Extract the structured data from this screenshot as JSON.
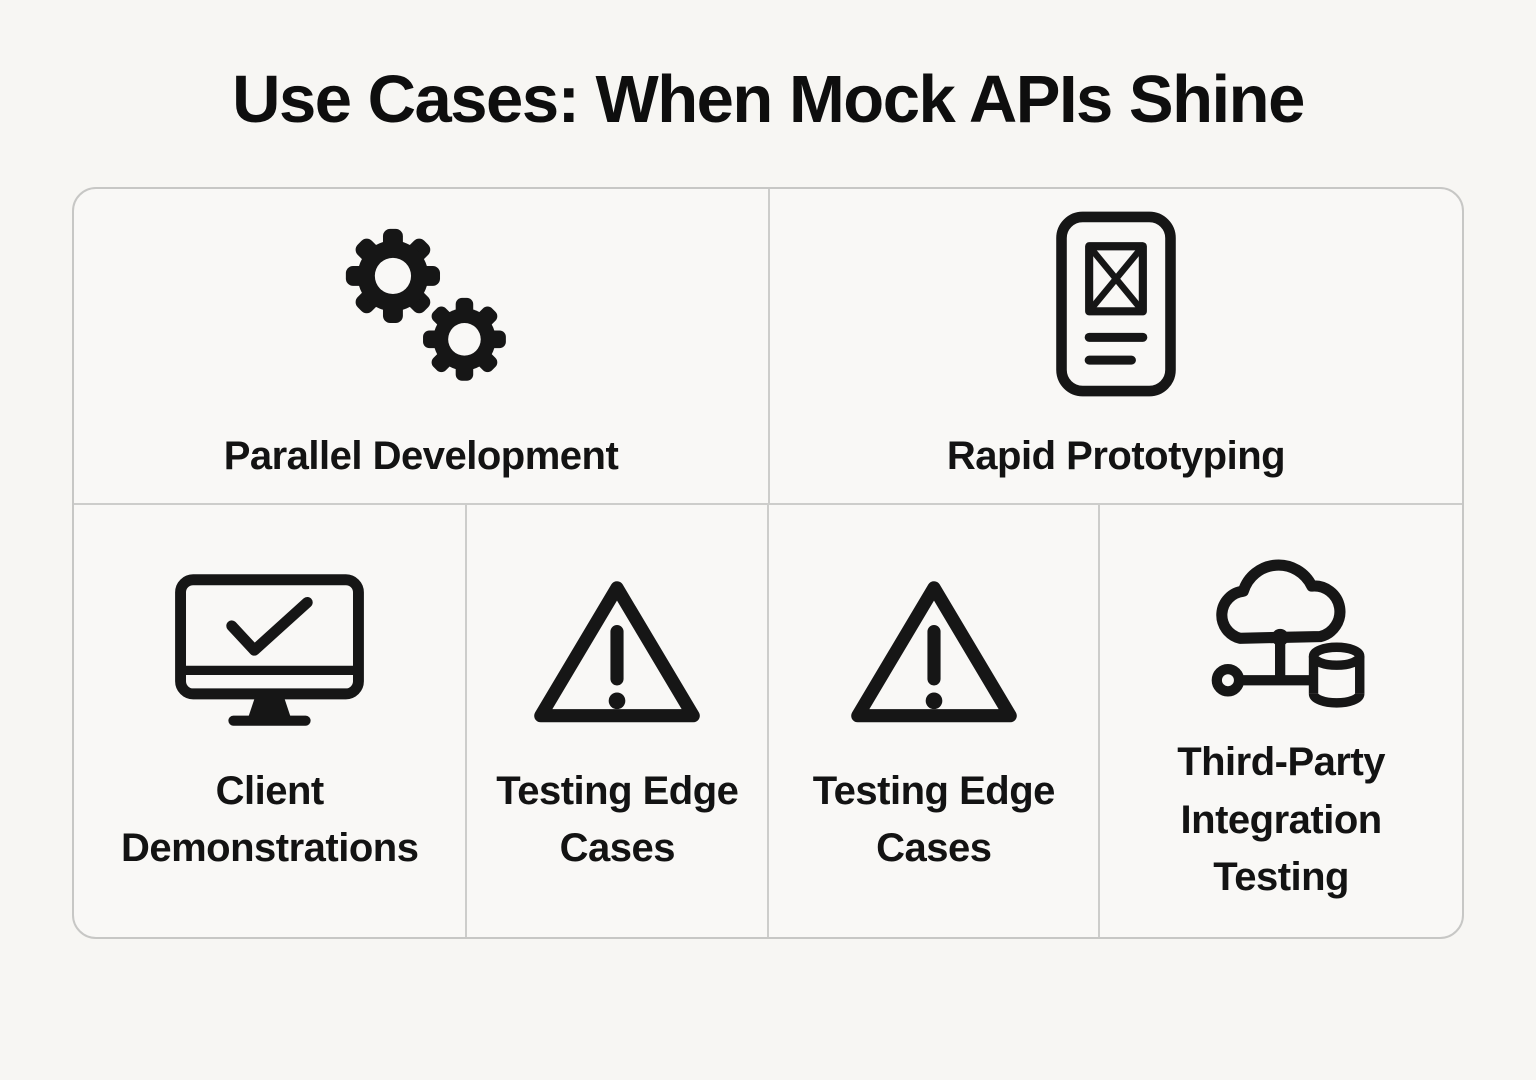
{
  "title": "Use Cases: When Mock APIs Shine",
  "colors": {
    "page_background": "#f7f6f3",
    "card_background": "#f9f8f6",
    "card_border": "#c7c7c5",
    "text": "#131313",
    "icon": "#161616"
  },
  "cells": {
    "top": [
      {
        "icon": "gears-icon",
        "label": "Parallel Development"
      },
      {
        "icon": "phone-wireframe-icon",
        "label": "Rapid Prototyping"
      }
    ],
    "bottom": [
      {
        "icon": "monitor-check-icon",
        "label": "Client Demonstrations"
      },
      {
        "icon": "warning-triangle-icon",
        "label": "Testing Edge Cases"
      },
      {
        "icon": "warning-triangle-icon",
        "label": "Testing Edge Cases"
      },
      {
        "icon": "cloud-database-icon",
        "label": "Third-Party Integration Testing"
      }
    ]
  }
}
